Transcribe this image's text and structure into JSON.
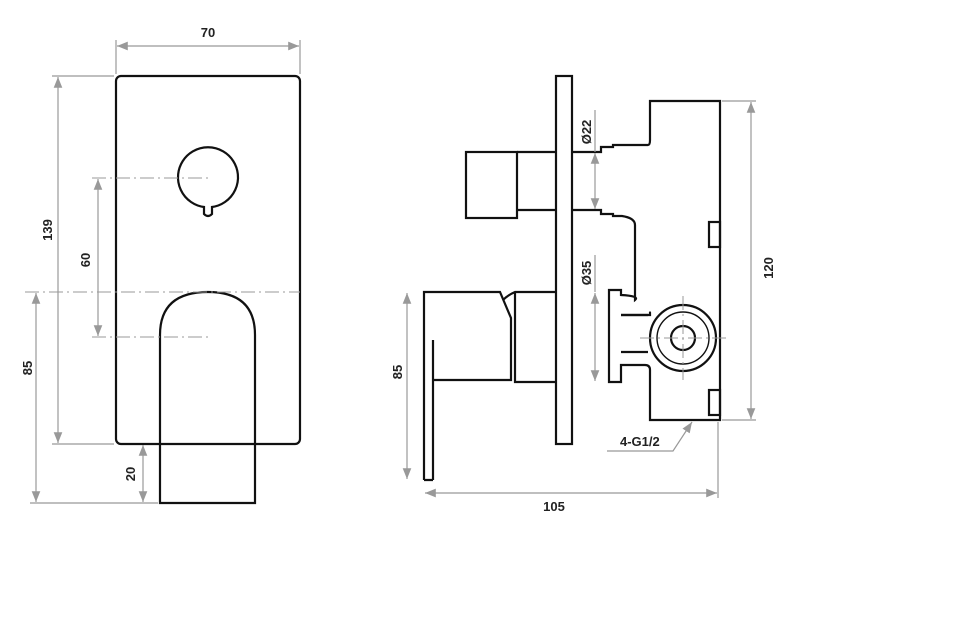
{
  "front_view": {
    "dim_width": "70",
    "dim_height": "139",
    "dim_knob_to_lever": "60",
    "dim_lever_height": "85",
    "dim_lever_below_plate": "20"
  },
  "side_view": {
    "dim_diameter_small": "Ø22",
    "dim_diameter_large": "Ø35",
    "dim_body_height": "120",
    "dim_lever_height": "85",
    "dim_depth": "105",
    "thread_label": "4-G1/2"
  }
}
